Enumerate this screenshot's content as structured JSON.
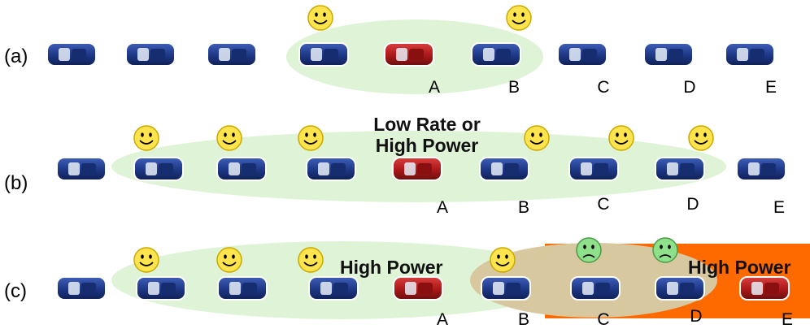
{
  "rows": [
    {
      "label": "(a)",
      "letters": [
        "A",
        "B",
        "C",
        "D",
        "E"
      ],
      "annotation": ""
    },
    {
      "label": "(b)",
      "letters": [
        "A",
        "B",
        "C",
        "D",
        "E"
      ],
      "annotation": "Low Rate or High Power"
    },
    {
      "label": "(c)",
      "letters": [
        "A",
        "B",
        "C",
        "D",
        "E"
      ],
      "annotation_left": "High Power",
      "annotation_right": "High Power"
    }
  ],
  "colors": {
    "blue_car": "#1f3a8a",
    "red_car": "#b11a1a",
    "range_green": "#dff3d6",
    "range_tan": "#d8c8a0",
    "interference_orange": "#ff6a00",
    "happy_face": "#ffe44d",
    "sad_face": "#8fe08a"
  },
  "icons": {
    "car": "car-icon",
    "happy": "happy-face-icon",
    "sad": "sad-face-icon"
  }
}
